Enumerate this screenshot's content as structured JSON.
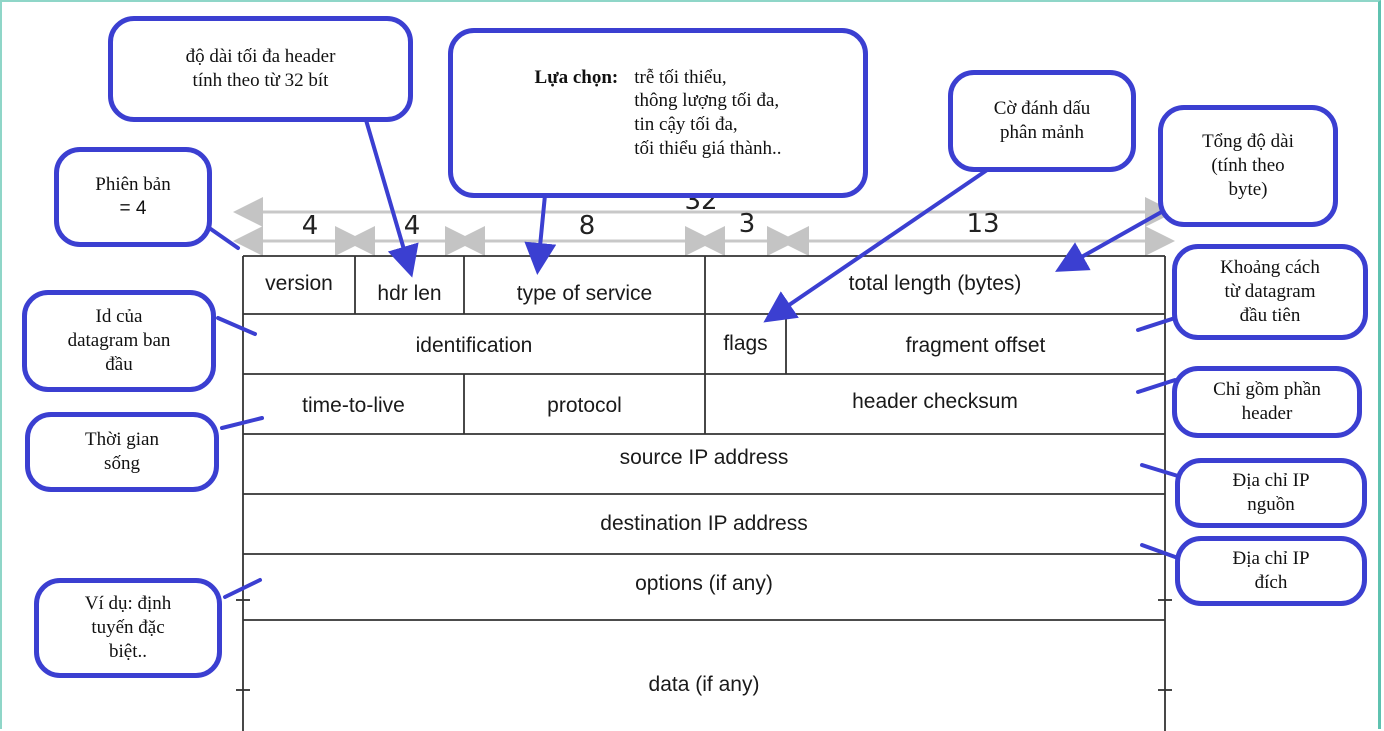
{
  "fields": {
    "version": "version",
    "hdr_len": "hdr len",
    "type_of_service": "type of service",
    "total_length": "total length (bytes)",
    "identification": "identification",
    "flags": "flags",
    "fragment_offset": "fragment offset",
    "ttl": "time-to-live",
    "protocol": "protocol",
    "header_checksum": "header checksum",
    "source_ip": "source IP address",
    "dest_ip": "destination IP address",
    "options": "options (if any)",
    "data": "data (if any)"
  },
  "bit_widths": {
    "total": "32",
    "version": "4",
    "hdr_len": "4",
    "tos": "8",
    "flags": "3",
    "offset": "13"
  },
  "callouts": {
    "version": [
      "Phiên bản",
      "=  4"
    ],
    "hdr_len": [
      "độ dài tối đa header",
      "tính theo từ 32 bít"
    ],
    "tos_label": "Lựa chọn:",
    "tos_options": [
      "trễ tối thiểu,",
      "thông lượng tối đa,",
      "tin cậy tối đa,",
      "tối thiểu giá thành.."
    ],
    "flags": [
      "Cờ đánh dấu",
      "phân mảnh"
    ],
    "total_length": [
      "Tổng độ dài",
      "(tính theo",
      "byte)"
    ],
    "identification": [
      "Id của",
      "datagram ban",
      "đầu"
    ],
    "fragment_offset": [
      "Khoảng cách",
      "từ datagram",
      "đầu tiên"
    ],
    "header_checksum": [
      "Chỉ gồm phần",
      "header"
    ],
    "ttl": [
      "Thời gian",
      "sống"
    ],
    "source_ip": [
      "Địa chỉ IP",
      "nguồn"
    ],
    "dest_ip": [
      "Địa chỉ IP",
      "đích"
    ],
    "options": [
      "Ví dụ: định",
      "tuyến đặc",
      "biệt.."
    ]
  },
  "colors": {
    "callout_border": "#3b3fd1",
    "grid_line": "#333333",
    "dimension_arrow": "#c8c8c8",
    "frame": "#8fd6c8"
  }
}
